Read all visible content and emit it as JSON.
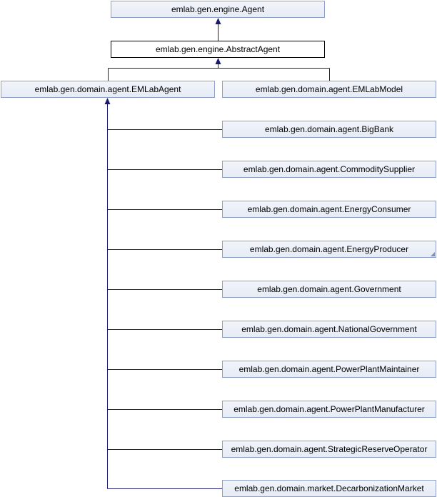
{
  "diagram": {
    "colors": {
      "edge": "#191970",
      "node_border": "#8ea0c8",
      "current_border": "#000000"
    },
    "nodes": [
      {
        "id": "agent",
        "label": "emlab.gen.engine.Agent"
      },
      {
        "id": "abstract-agent",
        "label": "emlab.gen.engine.AbstractAgent",
        "current": true
      },
      {
        "id": "emlab-agent",
        "label": "emlab.gen.domain.agent.EMLabAgent"
      },
      {
        "id": "emlab-model",
        "label": "emlab.gen.domain.agent.EMLabModel"
      },
      {
        "id": "big-bank",
        "label": "emlab.gen.domain.agent.BigBank"
      },
      {
        "id": "commodity-supplier",
        "label": "emlab.gen.domain.agent.CommoditySupplier"
      },
      {
        "id": "energy-consumer",
        "label": "emlab.gen.domain.agent.EnergyConsumer"
      },
      {
        "id": "energy-producer",
        "label": "emlab.gen.domain.agent.EnergyProducer",
        "has_more": true
      },
      {
        "id": "government",
        "label": "emlab.gen.domain.agent.Government"
      },
      {
        "id": "national-government",
        "label": "emlab.gen.domain.agent.NationalGovernment"
      },
      {
        "id": "power-plant-maintainer",
        "label": "emlab.gen.domain.agent.PowerPlantMaintainer"
      },
      {
        "id": "power-plant-manufacturer",
        "label": "emlab.gen.domain.agent.PowerPlantManufacturer"
      },
      {
        "id": "strategic-reserve-operator",
        "label": "emlab.gen.domain.agent.StrategicReserveOperator"
      },
      {
        "id": "decarbonization-market",
        "label": "emlab.gen.domain.market.DecarbonizationMarket"
      }
    ],
    "edges": [
      {
        "from": "abstract-agent",
        "to": "agent"
      },
      {
        "from": "emlab-agent",
        "to": "abstract-agent"
      },
      {
        "from": "emlab-model",
        "to": "abstract-agent"
      },
      {
        "from": "big-bank",
        "to": "emlab-agent"
      },
      {
        "from": "commodity-supplier",
        "to": "emlab-agent"
      },
      {
        "from": "energy-consumer",
        "to": "emlab-agent"
      },
      {
        "from": "energy-producer",
        "to": "emlab-agent"
      },
      {
        "from": "government",
        "to": "emlab-agent"
      },
      {
        "from": "national-government",
        "to": "emlab-agent"
      },
      {
        "from": "power-plant-maintainer",
        "to": "emlab-agent"
      },
      {
        "from": "power-plant-manufacturer",
        "to": "emlab-agent"
      },
      {
        "from": "strategic-reserve-operator",
        "to": "emlab-agent"
      },
      {
        "from": "decarbonization-market",
        "to": "emlab-agent"
      }
    ]
  }
}
